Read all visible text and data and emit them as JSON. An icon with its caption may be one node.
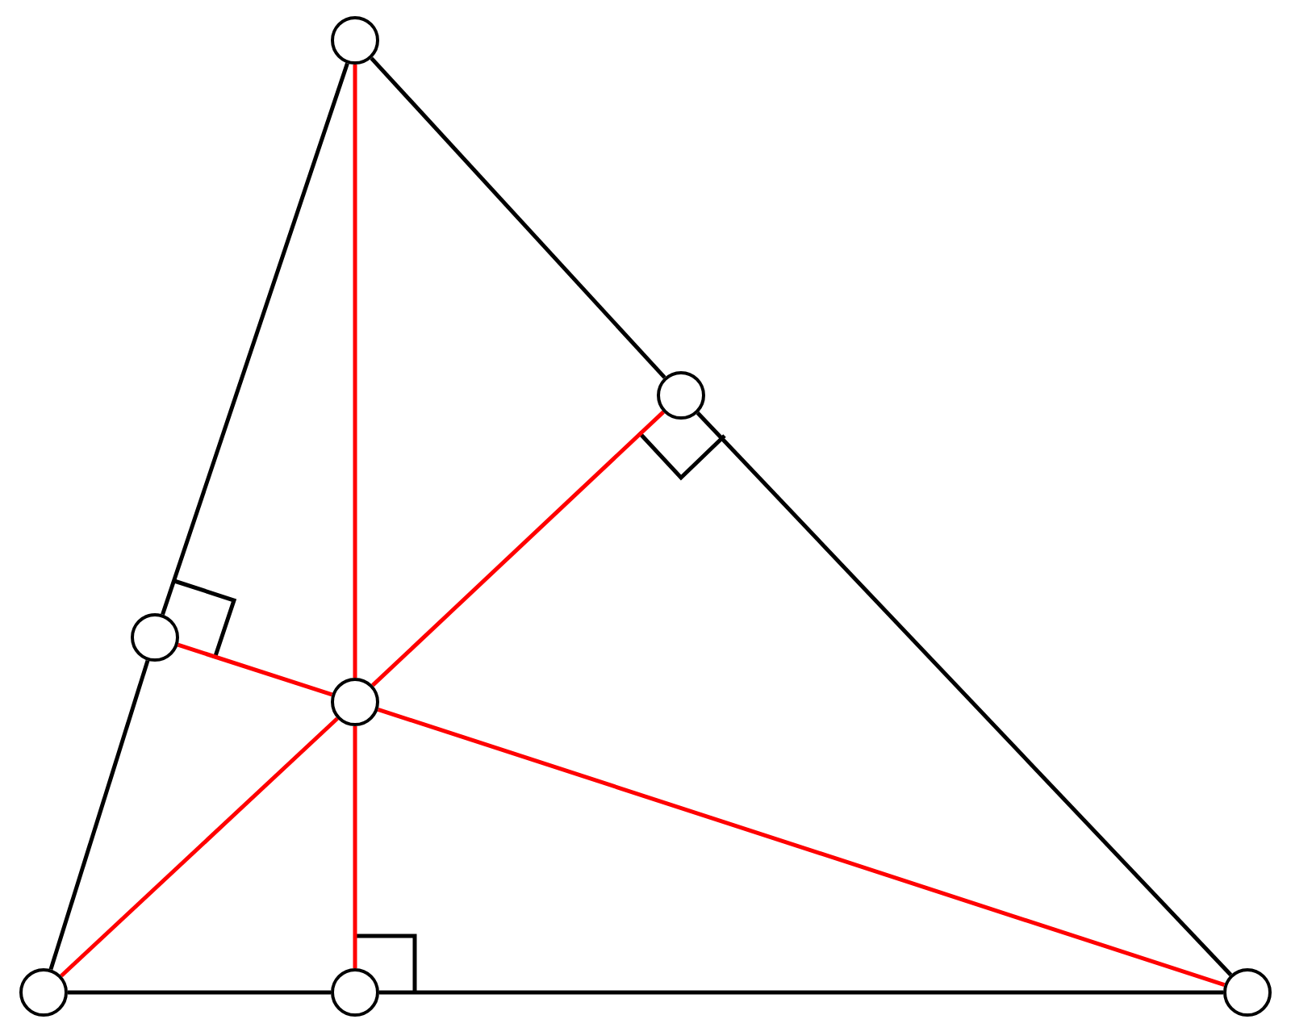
{
  "diagram": {
    "nodes": [
      {
        "text": [],
        "shape": "circle"
      },
      {
        "text": [],
        "shape": "circle"
      },
      {
        "text": [],
        "shape": "circle"
      },
      {
        "text": [],
        "shape": "circle"
      },
      {
        "text": [],
        "shape": "circle"
      },
      {
        "text": [],
        "shape": "circle"
      },
      {
        "text": [],
        "shape": "circle"
      }
    ],
    "edges": [
      {
        "from": 0,
        "to": 1,
        "arrow": "none"
      },
      {
        "from": 1,
        "to": 6,
        "arrow": "none"
      },
      {
        "from": 0,
        "to": 2,
        "arrow": "none"
      },
      {
        "from": 2,
        "to": 4,
        "arrow": "none"
      },
      {
        "from": 4,
        "to": 5,
        "arrow": "none"
      },
      {
        "from": 5,
        "to": 6,
        "arrow": "none"
      },
      {
        "from": 0,
        "to": 3,
        "arrow": "none",
        "color": "#ff0000"
      },
      {
        "from": 3,
        "to": 5,
        "arrow": "none",
        "color": "#ff0000"
      },
      {
        "from": 4,
        "to": 3,
        "arrow": "none",
        "color": "#ff0000"
      },
      {
        "from": 3,
        "to": 1,
        "arrow": "none",
        "color": "#ff0000"
      },
      {
        "from": 6,
        "to": 3,
        "arrow": "none",
        "color": "#ff0000"
      },
      {
        "from": 3,
        "to": 2,
        "arrow": "none",
        "color": "#ff0000"
      }
    ]
  }
}
